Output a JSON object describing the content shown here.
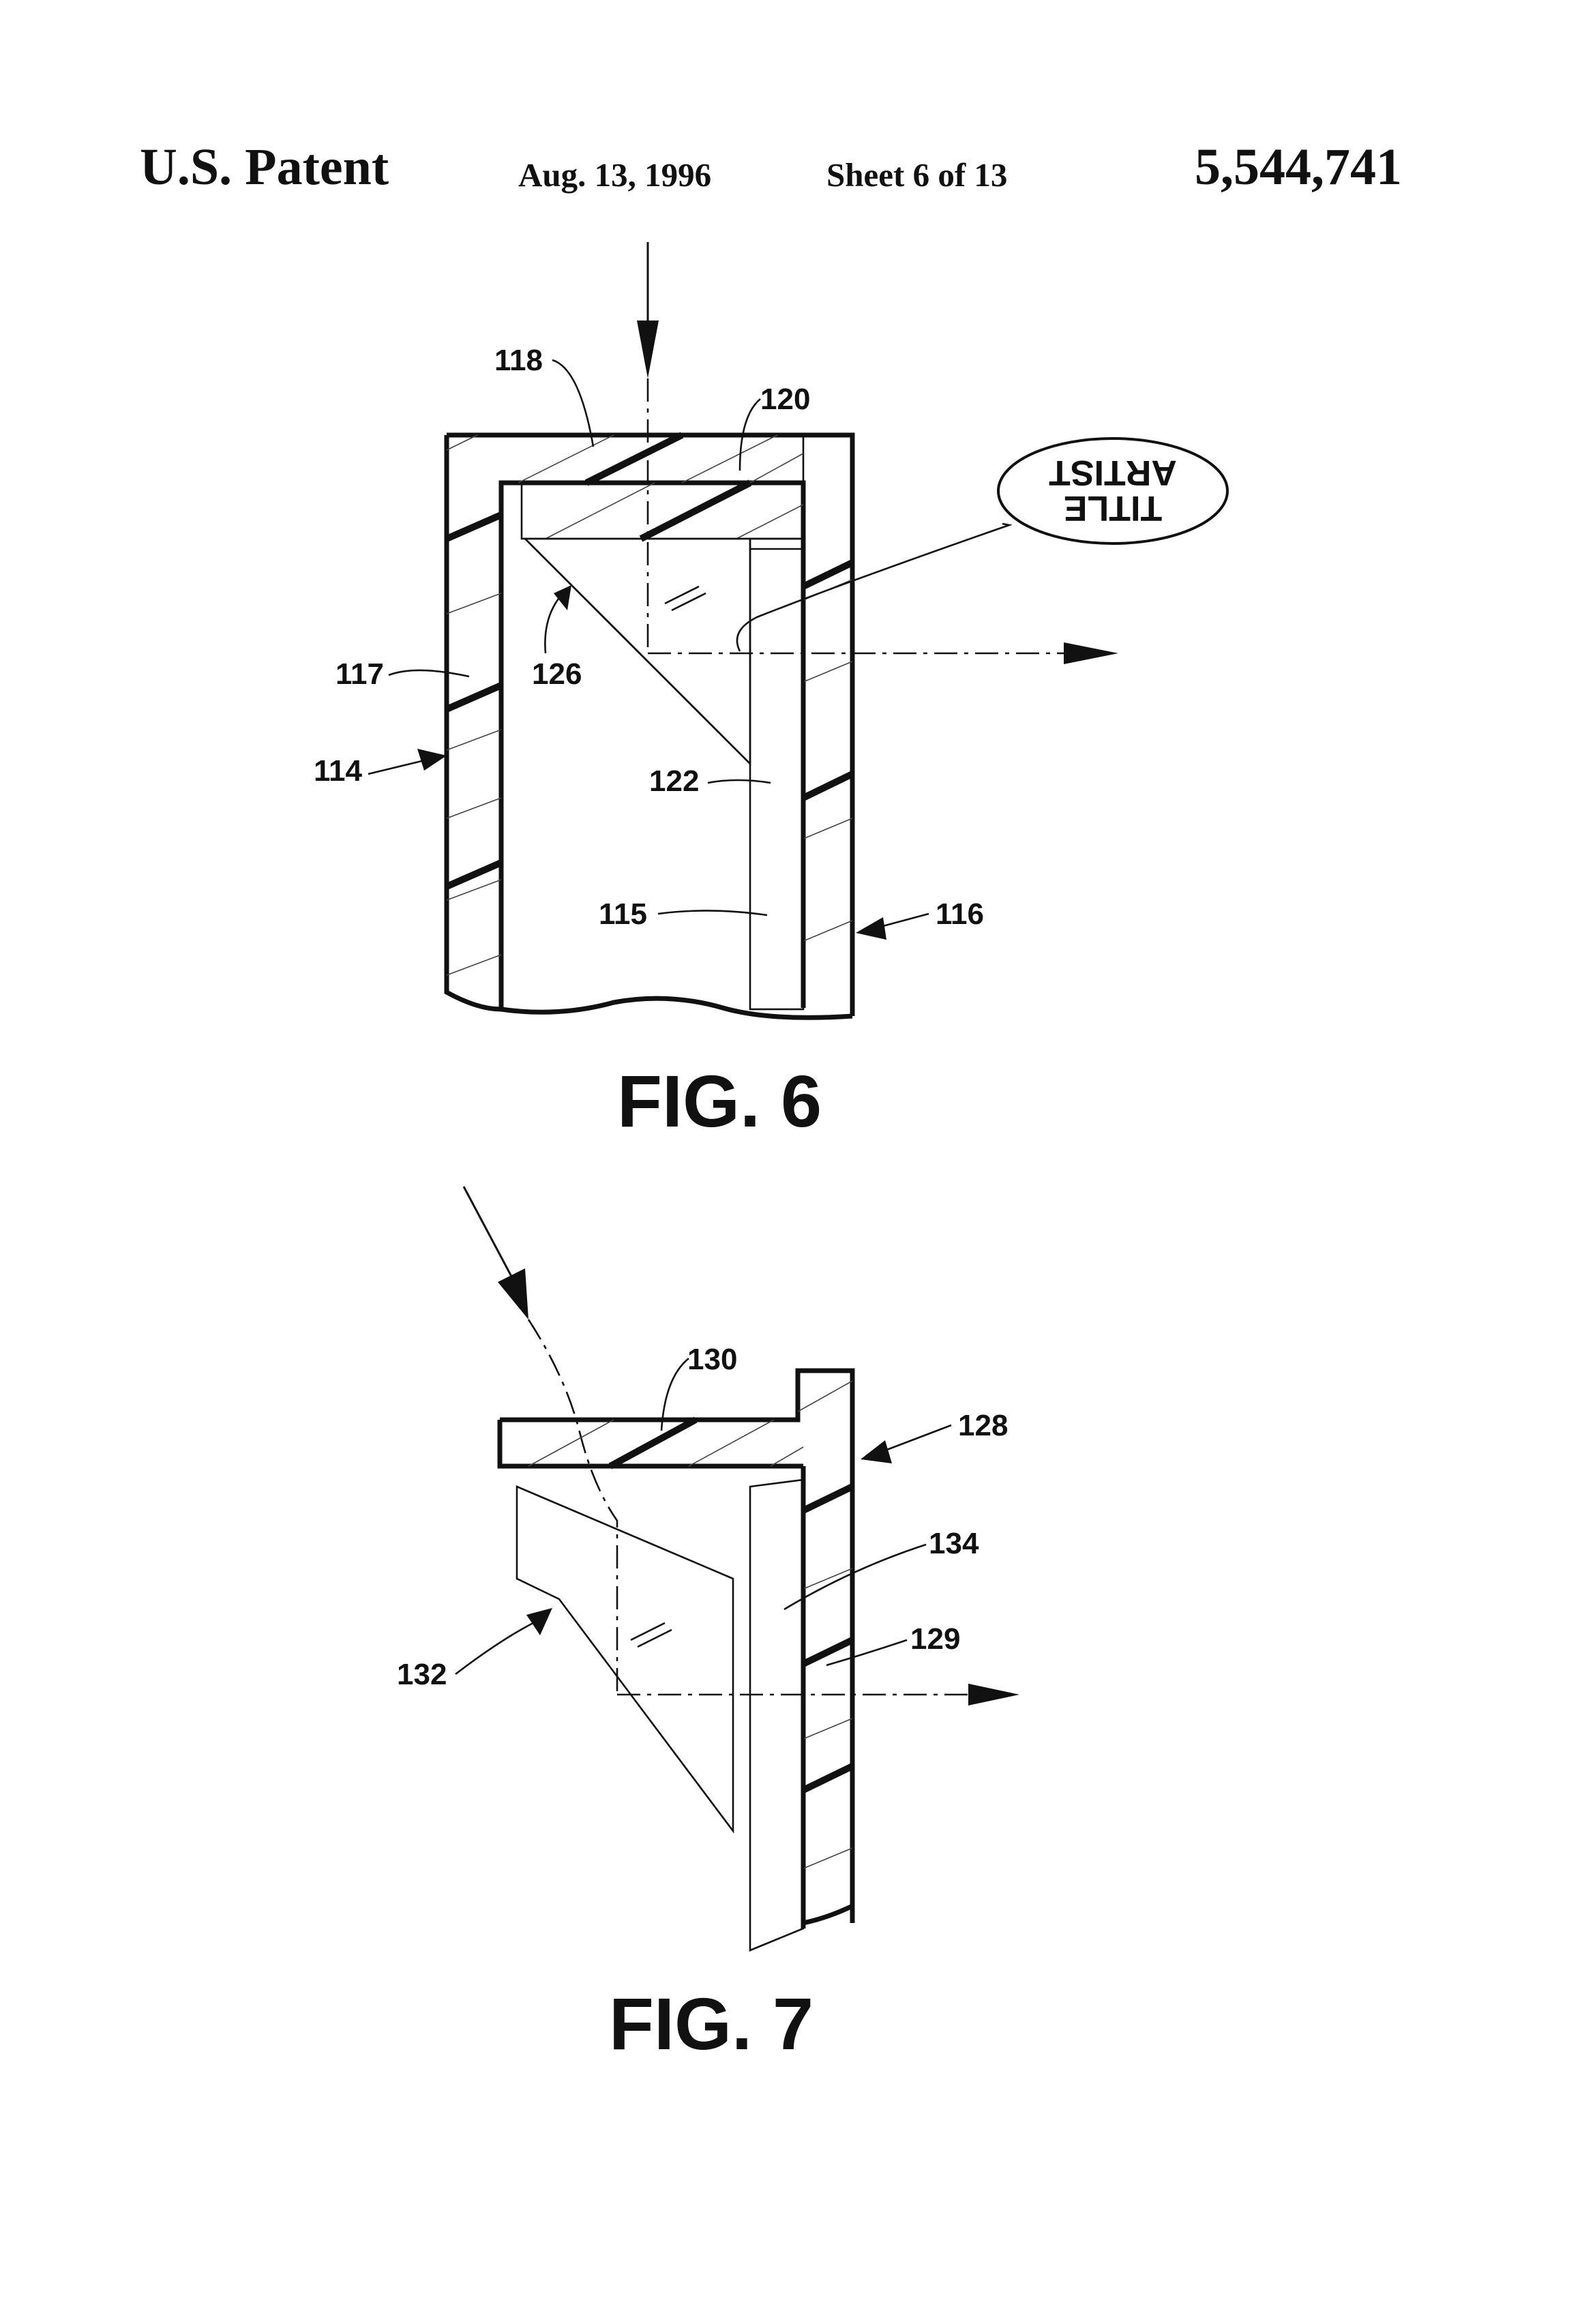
{
  "header": {
    "left": "U.S. Patent",
    "date": "Aug. 13, 1996",
    "sheet": "Sheet 6 of 13",
    "number": "5,544,741"
  },
  "figures": [
    {
      "caption": "FIG. 6",
      "balloon": {
        "line1": "TITLE",
        "line2": "ARTIST"
      },
      "labels": [
        "118",
        "120",
        "126",
        "117",
        "114",
        "122",
        "115",
        "116"
      ]
    },
    {
      "caption": "FIG. 7",
      "labels": [
        "130",
        "128",
        "134",
        "129",
        "132"
      ]
    }
  ]
}
